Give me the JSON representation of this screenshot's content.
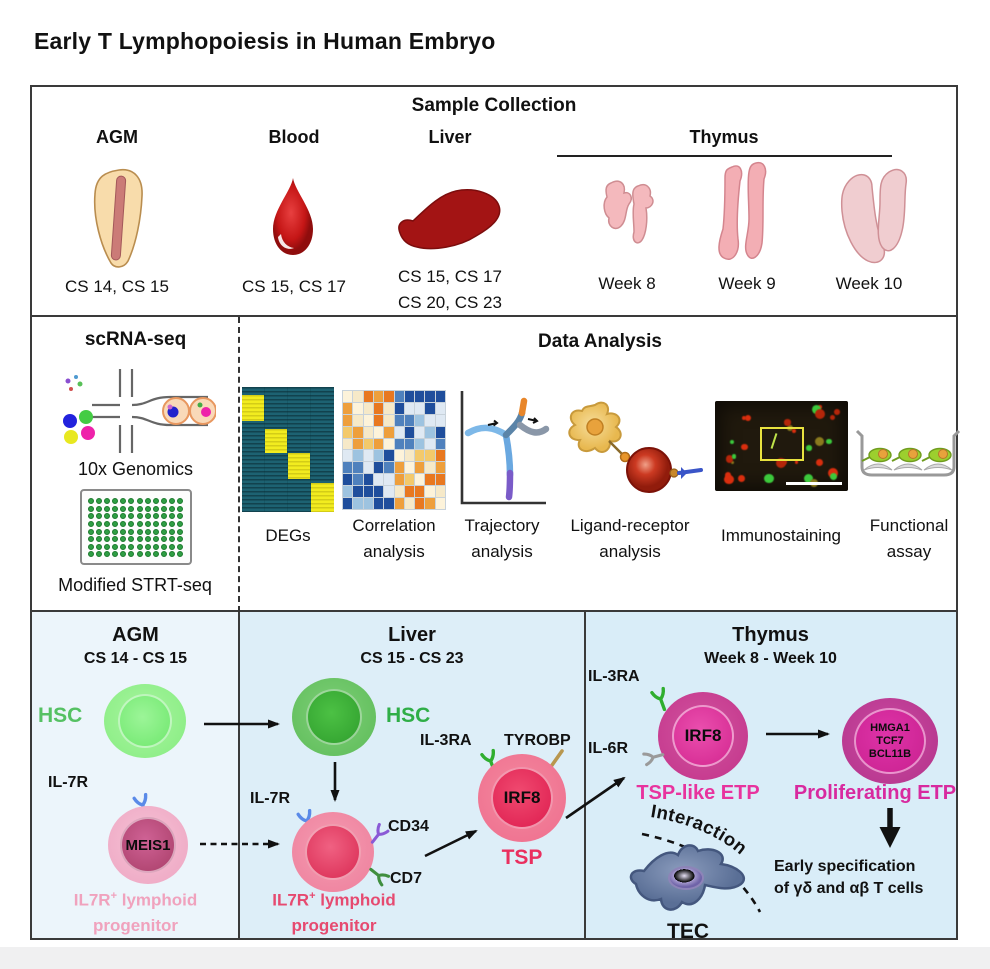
{
  "title": "Early T Lymphopoiesis in Human Embryo",
  "sample_collection": {
    "heading": "Sample Collection",
    "columns": [
      {
        "label": "AGM",
        "icon": "agm-organ-icon",
        "stages": "CS 14, CS 15"
      },
      {
        "label": "Blood",
        "icon": "blood-drop-icon",
        "stages": "CS 15, CS 17"
      },
      {
        "label": "Liver",
        "icon": "liver-icon",
        "stages_line1": "CS 15, CS 17",
        "stages_line2": "CS 20, CS 23"
      },
      {
        "label": "Thymus",
        "icon": "thymus-icon",
        "weeks": [
          "Week 8",
          "Week 9",
          "Week 10"
        ]
      }
    ]
  },
  "methods": {
    "heading": "scRNA-seq",
    "items": [
      {
        "label": "10x Genomics",
        "icon": "droplet-microfluidics-icon"
      },
      {
        "label": "Modified STRT-seq",
        "icon": "well-plate-icon"
      }
    ]
  },
  "analysis": {
    "heading": "Data Analysis",
    "items": [
      {
        "label": "DEGs",
        "icon": "heatmap-icon"
      },
      {
        "label": "Correlation analysis",
        "icon": "correlation-matrix-icon"
      },
      {
        "label": "Trajectory analysis",
        "icon": "trajectory-plot-icon"
      },
      {
        "label": "Ligand-receptor analysis",
        "icon": "ligand-receptor-icon"
      },
      {
        "label": "Immunostaining",
        "icon": "micrograph-icon"
      },
      {
        "label": "Functional assay",
        "icon": "coculture-assay-icon"
      }
    ]
  },
  "pathway": {
    "agm": {
      "title": "AGM",
      "stage": "CS 14 - CS 15",
      "hsc_label": "HSC",
      "il7r_label": "IL-7R",
      "cell_gene": "MEIS1",
      "progenitor": {
        "prefix": "IL7R",
        "sup": "+",
        "rest": " lymphoid",
        "line2": "progenitor"
      }
    },
    "liver": {
      "title": "Liver",
      "stage": "CS 15 - CS 23",
      "hsc_label": "HSC",
      "il7r_label": "IL-7R",
      "cd34_label": "CD34",
      "cd7_label": "CD7",
      "il3ra_label": "IL-3RA",
      "tyrobp_label": "TYROBP",
      "tsp_gene": "IRF8",
      "tsp_label": "TSP",
      "progenitor": {
        "prefix": "IL7R",
        "sup": "+",
        "rest": " lymphoid",
        "line2": "progenitor"
      }
    },
    "thymus": {
      "title": "Thymus",
      "stage": "Week 8 - Week 10",
      "il3ra_label": "IL-3RA",
      "il6r_label": "IL-6R",
      "etp_gene": "IRF8",
      "tsp_like_label": "TSP-like ETP",
      "prolif_genes": [
        "HMGA1",
        "TCF7",
        "BCL11B"
      ],
      "prolif_label": "Proliferating ETP",
      "early_spec_line1": "Early specification",
      "early_spec_line2": "of γδ and αβ T cells",
      "interaction_label": "Interaction",
      "tec_label": "TEC"
    }
  },
  "colors": {
    "hsc_green": "#3bb24d",
    "agm_progenitor_pink": "#f0a2bd",
    "liver_progenitor_red": "#e64a70",
    "tsp_red": "#ea2f5f",
    "etp_magenta": "#e0309c",
    "agm_panel_blue": "#ecf5fb",
    "panel_light_blue": "#ddeef8"
  }
}
